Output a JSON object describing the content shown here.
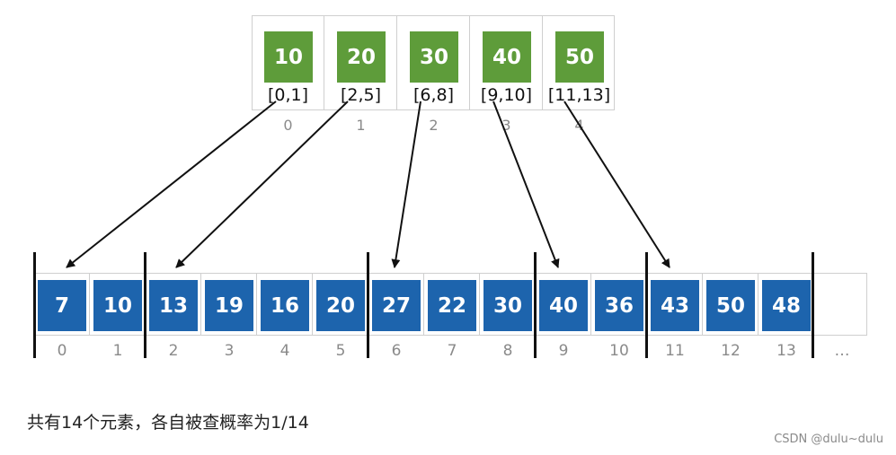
{
  "index_table": [
    {
      "key": "10",
      "range": "[0,1]",
      "index": "0"
    },
    {
      "key": "20",
      "range": "[2,5]",
      "index": "1"
    },
    {
      "key": "30",
      "range": "[6,8]",
      "index": "2"
    },
    {
      "key": "40",
      "range": "[9,10]",
      "index": "3"
    },
    {
      "key": "50",
      "range": "[11,13]",
      "index": "4"
    }
  ],
  "array": {
    "values": [
      "7",
      "10",
      "13",
      "19",
      "16",
      "20",
      "27",
      "22",
      "30",
      "40",
      "36",
      "43",
      "50",
      "48"
    ],
    "indices": [
      "0",
      "1",
      "2",
      "3",
      "4",
      "5",
      "6",
      "7",
      "8",
      "9",
      "10",
      "11",
      "12",
      "13"
    ],
    "ellipsis": "…"
  },
  "caption": "共有14个元素，各自被查概率为1/14",
  "watermark": "CSDN @dulu~dulu",
  "colors": {
    "index_box": "#5e9c3a",
    "array_box": "#1d64ad"
  }
}
